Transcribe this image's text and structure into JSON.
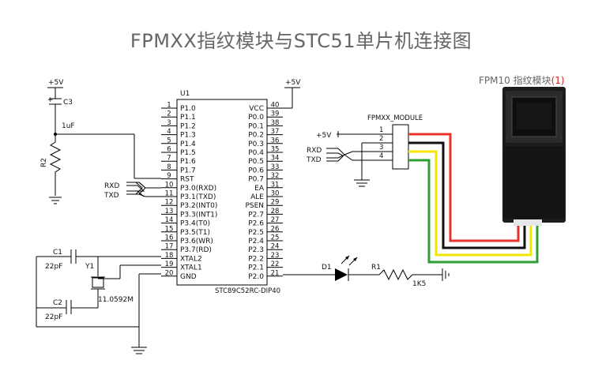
{
  "title": "FPMXX指纹模块与STC51单片机连接图",
  "module_caption": {
    "text": "FPM10 指纹模块",
    "number": "(1)"
  },
  "chip": {
    "ref": "U1",
    "part": "STC89C52RC-DIP40",
    "left_pins": [
      {
        "num": "1",
        "name": "P1.0"
      },
      {
        "num": "2",
        "name": "P1.1"
      },
      {
        "num": "3",
        "name": "P1.2"
      },
      {
        "num": "4",
        "name": "P1.3"
      },
      {
        "num": "5",
        "name": "P1.4"
      },
      {
        "num": "6",
        "name": "P1.5"
      },
      {
        "num": "7",
        "name": "P1.6"
      },
      {
        "num": "8",
        "name": "P1.7"
      },
      {
        "num": "9",
        "name": "RST"
      },
      {
        "num": "10",
        "name": "P3.0(RXD)"
      },
      {
        "num": "11",
        "name": "P3.1(TXD)"
      },
      {
        "num": "12",
        "name": "P3.2(INT0)"
      },
      {
        "num": "13",
        "name": "P3.3(INT1)"
      },
      {
        "num": "14",
        "name": "P3.4(T0)"
      },
      {
        "num": "15",
        "name": "P3.5(T1)"
      },
      {
        "num": "16",
        "name": "P3.6(WR)"
      },
      {
        "num": "17",
        "name": "P3.7(RD)"
      },
      {
        "num": "18",
        "name": "XTAL2"
      },
      {
        "num": "19",
        "name": "XTAL1"
      },
      {
        "num": "20",
        "name": "GND"
      }
    ],
    "right_pins": [
      {
        "num": "40",
        "name": "VCC"
      },
      {
        "num": "39",
        "name": "P0.0"
      },
      {
        "num": "38",
        "name": "P0.1"
      },
      {
        "num": "37",
        "name": "P0.2"
      },
      {
        "num": "36",
        "name": "P0.3"
      },
      {
        "num": "35",
        "name": "P0.4"
      },
      {
        "num": "34",
        "name": "P0.5"
      },
      {
        "num": "33",
        "name": "P0.6"
      },
      {
        "num": "32",
        "name": "P0.7"
      },
      {
        "num": "31",
        "name": "EA"
      },
      {
        "num": "30",
        "name": "ALE"
      },
      {
        "num": "29",
        "name": "PSEN"
      },
      {
        "num": "28",
        "name": "P2.7"
      },
      {
        "num": "27",
        "name": "P2.6"
      },
      {
        "num": "26",
        "name": "P2.5"
      },
      {
        "num": "25",
        "name": "P2.4"
      },
      {
        "num": "24",
        "name": "P2.3"
      },
      {
        "num": "23",
        "name": "P2.2"
      },
      {
        "num": "22",
        "name": "P2.1"
      },
      {
        "num": "21",
        "name": "P2.0"
      }
    ]
  },
  "labels": {
    "vcc_left": "+5V",
    "vcc_chip": "+5V",
    "vcc_module": "+5V",
    "c3": "C3",
    "c3_val": "1uF",
    "r2": "R2",
    "rxd_chip": "RXD",
    "txd_chip": "TXD",
    "rxd_mod": "RXD",
    "txd_mod": "TXD",
    "c1": "C1",
    "c1_val": "22pF",
    "c2": "C2",
    "c2_val": "22pF",
    "y1": "Y1",
    "y1_val": "11.0592M",
    "d1": "D1",
    "r1": "R1",
    "r1_val": "1K5"
  },
  "connector": {
    "name": "FPMXX_MODULE",
    "pins": [
      "1",
      "2",
      "3",
      "4"
    ]
  },
  "wire_colors": [
    "#e8332a",
    "#111111",
    "#f2e600",
    "#2e9e35"
  ]
}
